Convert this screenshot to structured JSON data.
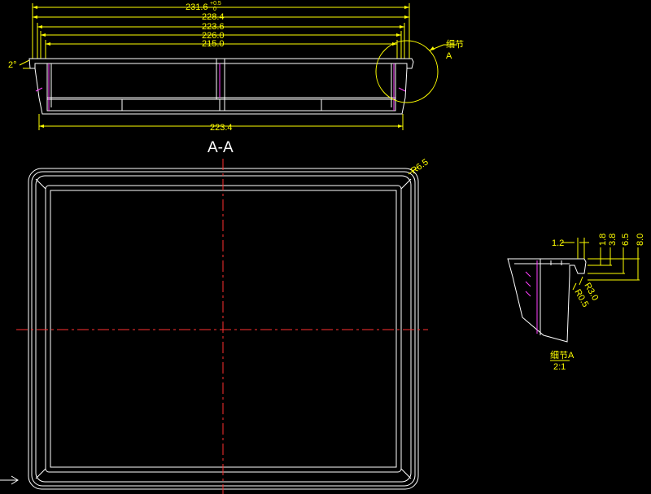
{
  "section_view": {
    "label": "A-A",
    "dimensions": {
      "d_231_6": "231.6",
      "d_231_6_tol_upper": "+0.5",
      "d_231_6_tol_lower": "0",
      "d_228_4": "228.4",
      "d_223_6": "223.6",
      "d_226_0": "226.0",
      "d_215_0": "215.0",
      "d_223_4": "223.4",
      "draft_angle": "2°"
    },
    "detail_callout": {
      "title": "细节",
      "letter": "A"
    }
  },
  "plan_view": {
    "corner_radius": "R6.5"
  },
  "detail_view": {
    "title": "细节A",
    "scale": "2:1",
    "dimensions": {
      "d_1_2": "1.2",
      "d_1_8": "1.8",
      "d_3_8": "3.8",
      "d_6_5": "6.5",
      "d_8_0": "8.0",
      "r_3_0": "R3.0",
      "r_0_5": "R0.5"
    }
  },
  "colors": {
    "background": "#000000",
    "outline": "#ffffff",
    "dimension": "#ffff00",
    "centerline": "#ff3030",
    "hidden": "#ff40ff"
  }
}
